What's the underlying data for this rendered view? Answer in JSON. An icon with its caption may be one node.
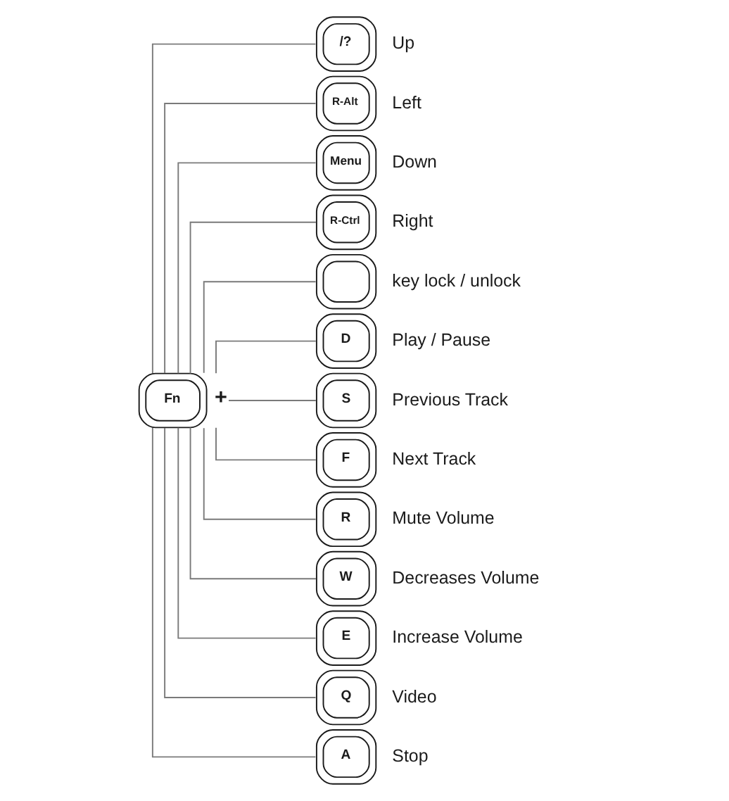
{
  "diagram": {
    "nodes": [
      {
        "text": [
          "Fn"
        ],
        "beside": [
          "+"
        ]
      },
      {
        "text": [
          "/?"
        ],
        "beside": [
          "Up"
        ]
      },
      {
        "text": [
          "R-Alt"
        ],
        "beside": [
          "Left"
        ]
      },
      {
        "text": [
          "Menu"
        ],
        "beside": [
          "Down"
        ]
      },
      {
        "text": [
          "R-Ctrl"
        ],
        "beside": [
          "Right"
        ]
      },
      {
        "text": [],
        "shape": "box",
        "beside": [
          "key lock / unlock"
        ]
      },
      {
        "text": [
          "D"
        ],
        "beside": [
          "Play / Pause"
        ]
      },
      {
        "text": [
          "S"
        ],
        "beside": [
          "Previous Track"
        ]
      },
      {
        "text": [
          "F"
        ],
        "beside": [
          "Next Track"
        ]
      },
      {
        "text": [
          "R"
        ],
        "beside": [
          "Mute Volume"
        ]
      },
      {
        "text": [
          "W"
        ],
        "beside": [
          "Decreases Volume"
        ]
      },
      {
        "text": [
          "E"
        ],
        "beside": [
          "Increase Volume"
        ]
      },
      {
        "text": [
          "Q"
        ],
        "beside": [
          "Video"
        ]
      },
      {
        "text": [
          "A"
        ],
        "beside": [
          "Stop"
        ]
      }
    ],
    "edges": [
      {
        "from": 0,
        "to": 1,
        "arrow": "none"
      },
      {
        "from": 0,
        "to": 2,
        "arrow": "none"
      },
      {
        "from": 0,
        "to": 3,
        "arrow": "none"
      },
      {
        "from": 0,
        "to": 4,
        "arrow": "none"
      },
      {
        "from": 0,
        "to": 5,
        "arrow": "none"
      },
      {
        "from": 0,
        "to": 6,
        "arrow": "none"
      },
      {
        "from": 0,
        "to": 7,
        "arrow": "none"
      },
      {
        "from": 0,
        "to": 8,
        "arrow": "none"
      },
      {
        "from": 0,
        "to": 9,
        "arrow": "none"
      },
      {
        "from": 0,
        "to": 10,
        "arrow": "none"
      },
      {
        "from": 0,
        "to": 11,
        "arrow": "none"
      },
      {
        "from": 0,
        "to": 12,
        "arrow": "none"
      },
      {
        "from": 0,
        "to": 13,
        "arrow": "none"
      }
    ]
  }
}
